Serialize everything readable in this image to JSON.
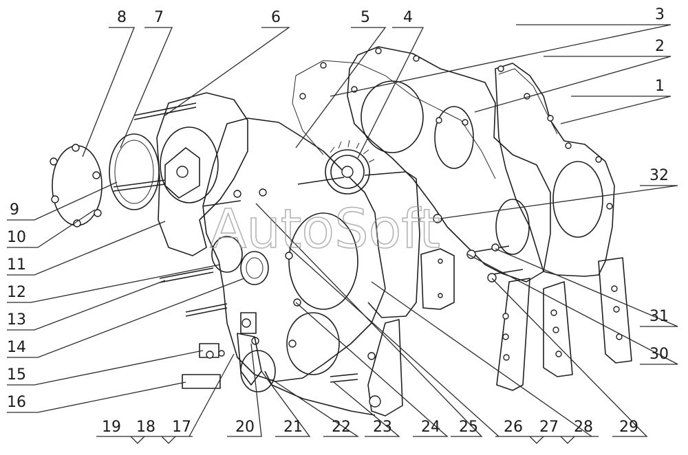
{
  "diagram": {
    "watermark": "AutoSoft",
    "top_callouts": [
      "8",
      "7",
      "6",
      "5",
      "4",
      "3",
      "2",
      "1"
    ],
    "left_callouts": [
      "9",
      "10",
      "11",
      "12",
      "13",
      "14",
      "15",
      "16"
    ],
    "right_callouts": [
      "32",
      "31",
      "30"
    ],
    "bottom_callouts": [
      "19",
      "18",
      "17",
      "20",
      "21",
      "22",
      "23",
      "24",
      "25",
      "26",
      "27",
      "28",
      "29"
    ]
  }
}
